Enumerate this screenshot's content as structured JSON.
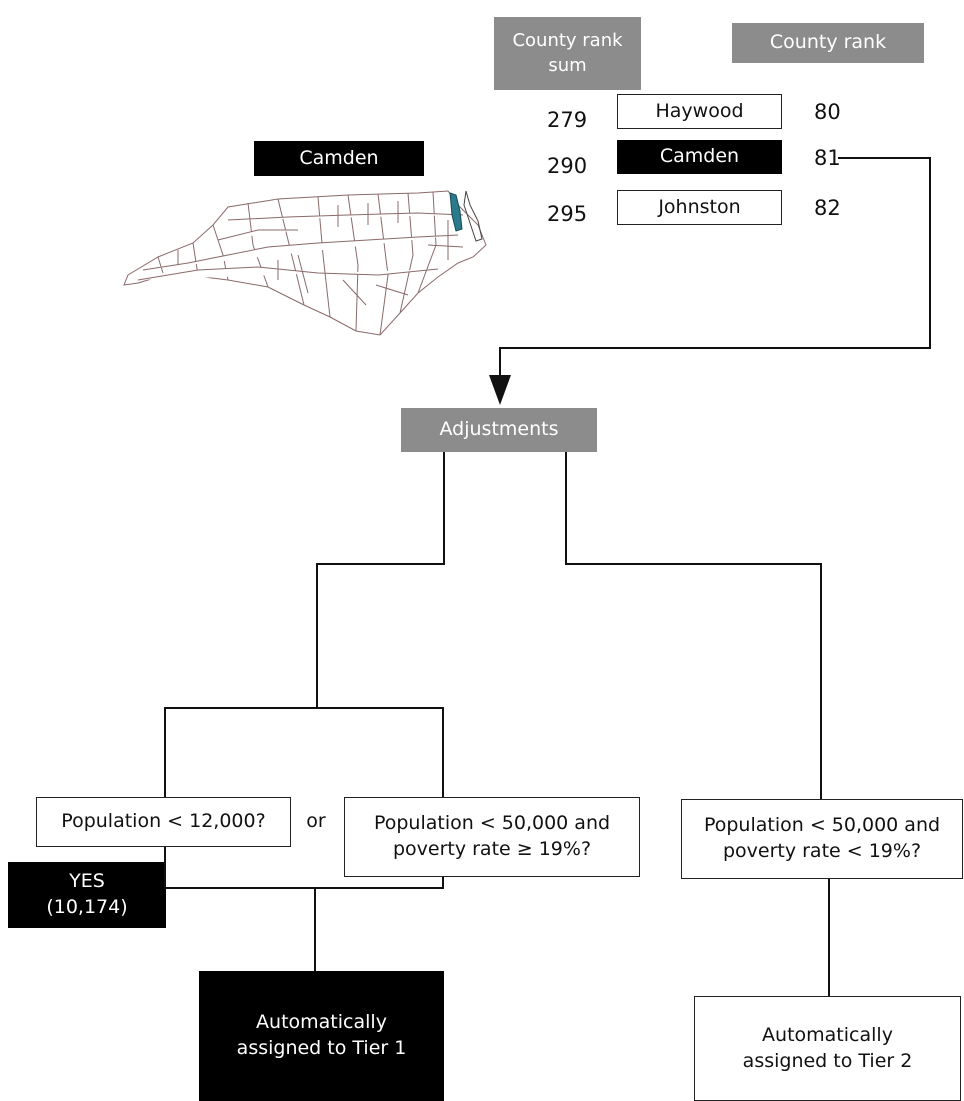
{
  "header": {
    "rank_sum_label": "County rank\nsum",
    "rank_label": "County rank"
  },
  "selected_county_label": "Camden",
  "rows": [
    {
      "sum": "279",
      "county": "Haywood",
      "rank": "80",
      "highlight": false
    },
    {
      "sum": "290",
      "county": "Camden",
      "rank": "81",
      "highlight": true
    },
    {
      "sum": "295",
      "county": "Johnston",
      "rank": "82",
      "highlight": false
    }
  ],
  "map": {
    "highlight_color": "#2a7a8c"
  },
  "adjustments_label": "Adjustments",
  "criteria": {
    "pop_12000": "Population < 12,000?",
    "or_label": "or",
    "pop_50000_high_poverty": "Population < 50,000 and\npoverty rate ≥  19%?",
    "pop_50000_low_poverty": "Population < 50,000 and\npoverty rate < 19%?"
  },
  "answer": "YES\n(10,174)",
  "outcomes": {
    "tier1": "Automatically\nassigned to Tier 1",
    "tier2": "Automatically\nassigned to Tier 2"
  }
}
